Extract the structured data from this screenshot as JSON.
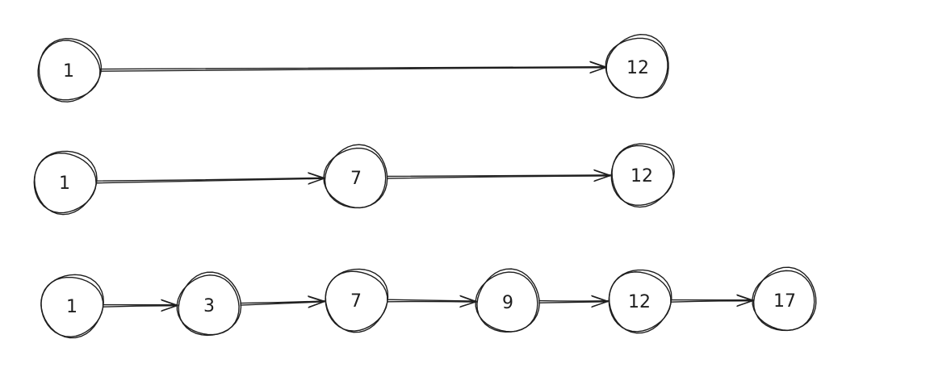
{
  "diagram": {
    "rows": [
      {
        "nodes": [
          "1",
          "12"
        ]
      },
      {
        "nodes": [
          "1",
          "7",
          "12"
        ]
      },
      {
        "nodes": [
          "1",
          "3",
          "7",
          "9",
          "12",
          "17"
        ]
      }
    ],
    "colors": {
      "stroke": "#1e1e1e",
      "background": "#ffffff"
    }
  }
}
